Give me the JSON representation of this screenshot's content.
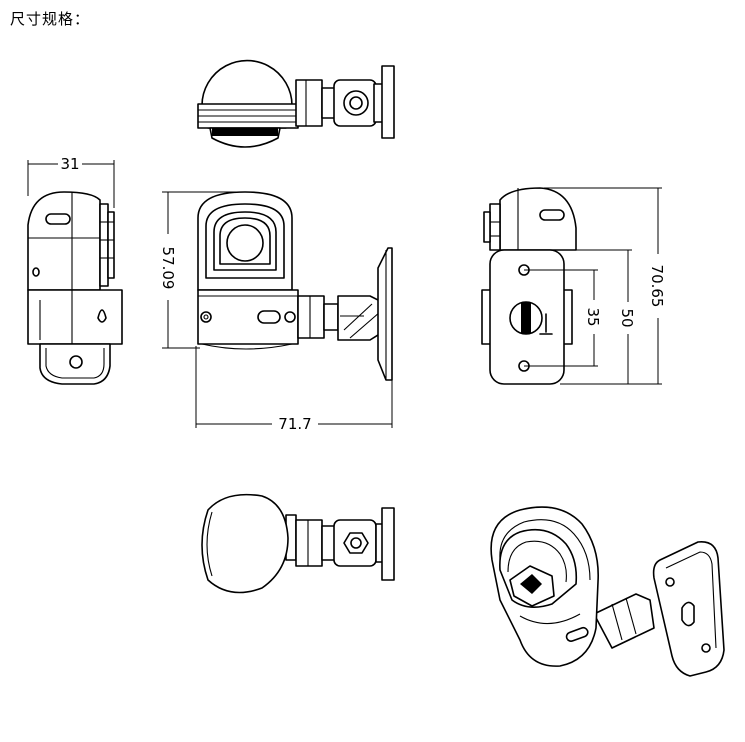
{
  "title": "尺寸规格：",
  "dimensions": {
    "width_side": "31",
    "height_front": "57.09",
    "length_front": "71.7",
    "hole_spacing": "35",
    "plate_height": "50",
    "overall_height": "70.65"
  }
}
